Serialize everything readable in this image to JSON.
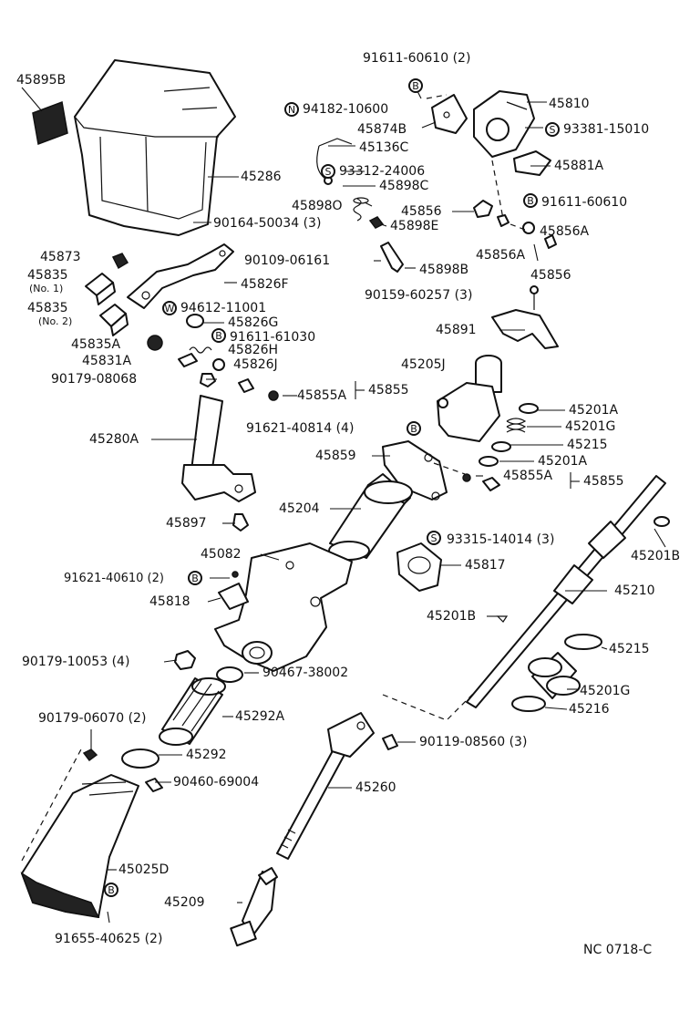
{
  "labels": {
    "l_45895B": "45895B",
    "l_45286": "45286",
    "l_91611_60610_2": "91611-60610 (2)",
    "l_45810": "45810",
    "l_94182_10600": "94182-10600",
    "l_45874B": "45874B",
    "l_93381_15010": "93381-15010",
    "l_45136C": "45136C",
    "l_93312_24006": "93312-24006",
    "l_45881A": "45881A",
    "l_45898C": "45898C",
    "l_91611_60610": "91611-60610",
    "l_45898O": "45898O",
    "l_45856_a": "45856",
    "l_90164_50034": "90164-50034 (3)",
    "l_45898E": "45898E",
    "l_45856A_a": "45856A",
    "l_45856A_b": "45856A",
    "l_45873": "45873",
    "l_90109_06161": "90109-06161",
    "l_45856_b": "45856",
    "l_45835_1": "45835",
    "l_45835_1_sub": "(No. 1)",
    "l_45826F": "45826F",
    "l_45898B": "45898B",
    "l_90159_60257": "90159-60257 (3)",
    "l_45835_2": "45835",
    "l_45835_2_sub": "(No. 2)",
    "l_94612_11001": "94612-11001",
    "l_45826G": "45826G",
    "l_91611_61030": "91611-61030",
    "l_45835A": "45835A",
    "l_45826H": "45826H",
    "l_45891": "45891",
    "l_45831A": "45831A",
    "l_45826J": "45826J",
    "l_45205J": "45205J",
    "l_90179_08068": "90179-08068",
    "l_45855A_a": "45855A",
    "l_45855_a": "45855",
    "l_45201A_a": "45201A",
    "l_45280A": "45280A",
    "l_91621_40814": "91621-40814 (4)",
    "l_45201G_a": "45201G",
    "l_45215_a": "45215",
    "l_45859": "45859",
    "l_45201A_b": "45201A",
    "l_45855A_b": "45855A",
    "l_45855_b": "45855",
    "l_45204": "45204",
    "l_45897": "45897",
    "l_93315_14014": "93315-14014 (3)",
    "l_45201B_a": "45201B",
    "l_45082": "45082",
    "l_45817": "45817",
    "l_91621_40610": "91621-40610 (2)",
    "l_45818": "45818",
    "l_45210": "45210",
    "l_45201B_b": "45201B",
    "l_90179_10053": "90179-10053 (4)",
    "l_90467_38002": "90467-38002",
    "l_45215_b": "45215",
    "l_45201G_b": "45201G",
    "l_90179_06070": "90179-06070 (2)",
    "l_45292A": "45292A",
    "l_45216": "45216",
    "l_45292": "45292",
    "l_90119_08560": "90119-08560 (3)",
    "l_90460_69004": "90460-69004",
    "l_45260": "45260",
    "l_45025D": "45025D",
    "l_45209": "45209",
    "l_91655_40625": "91655-40625 (2)",
    "l_ref": "NC  0718-C"
  },
  "symbols": {
    "b": "B",
    "n": "N",
    "s": "S",
    "w": "W"
  }
}
